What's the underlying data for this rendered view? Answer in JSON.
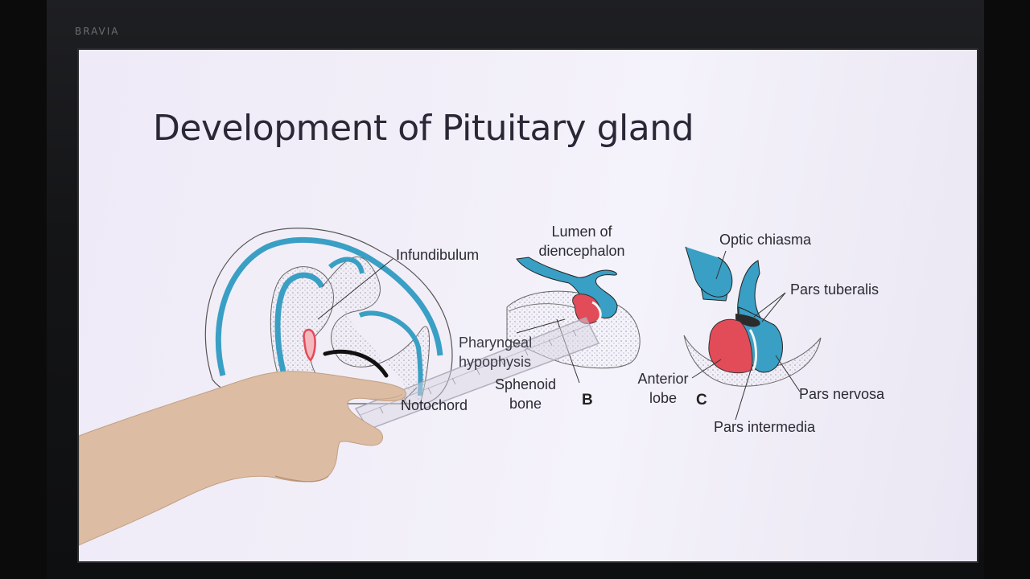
{
  "tv": {
    "brand": "BRAVIA"
  },
  "slide": {
    "title": "Development of Pituitary gland",
    "labels": {
      "infundibulum": "Infundibulum",
      "pharyngeal_1": "Pharyngeal",
      "pharyngeal_2": "hypophysis",
      "notochord": "Notochord",
      "lumen_1": "Lumen of",
      "lumen_2": "diencephalon",
      "sphenoid_1": "Sphenoid",
      "sphenoid_2": "bone",
      "panel_b": "B",
      "optic_chiasma": "Optic chiasma",
      "pars_tuberalis": "Pars tuberalis",
      "anterior_1": "Anterior",
      "anterior_2": "lobe",
      "panel_c": "C",
      "pars_nervosa": "Pars nervosa",
      "pars_intermedia": "Pars intermedia"
    },
    "colors": {
      "neural": "#3a9fc4",
      "pharyngeal": "#e24b58",
      "bone": "#bfbfc6"
    }
  }
}
